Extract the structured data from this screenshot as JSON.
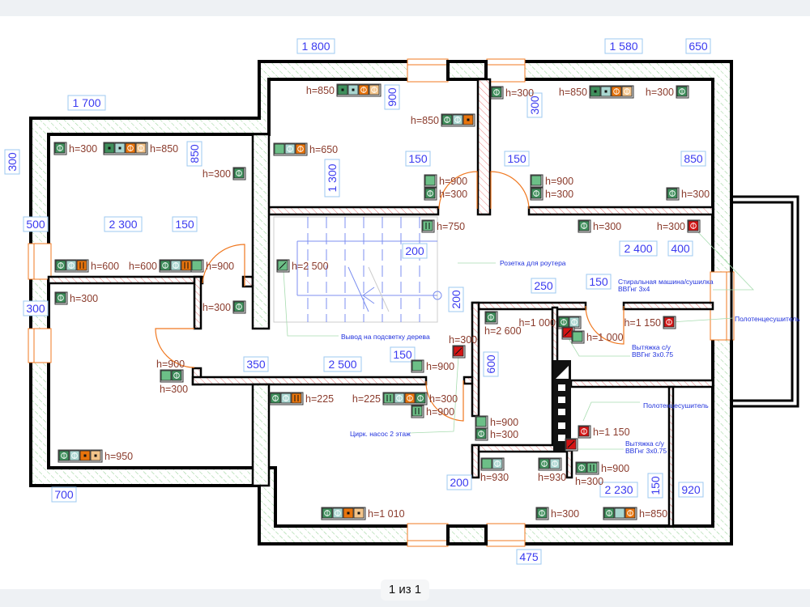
{
  "viewer": {
    "page_indicator": "1 из 1"
  },
  "colors": {
    "wall": "#000000",
    "wall_hatch": "#8fcf8f",
    "partition_hatch": "#e88080",
    "door": "#f07820",
    "dimension": "#3b3bf0",
    "outlet_label": "#8a3b2c",
    "note": "#2233dd"
  },
  "dimensions": [
    "1 800",
    "1 580",
    "650",
    "1 700",
    "300",
    "850",
    "900",
    "300",
    "1 300",
    "150",
    "150",
    "850",
    "500",
    "2 300",
    "150",
    "200",
    "2 400",
    "400",
    "250",
    "150",
    "200",
    "300",
    "350",
    "2 500",
    "150",
    "600",
    "200",
    "2 230",
    "150",
    "920",
    "700",
    "475"
  ],
  "notes": [
    "Розетка для роутера",
    "Стиральная машина/сушилка",
    "ВВГнг 3х4",
    "Полотенцесушитель",
    "Вывод на подсветку дерева",
    "Вытяжка с/у",
    "ВВГнг 3х0.75",
    "Полотенцесушитель",
    "Цирк. насос 2 этаж",
    "Вытяжка с/у",
    "ВВГнг 3х0.75"
  ],
  "outlets": [
    {
      "label": "h=300",
      "icons": [
        "socket-green"
      ]
    },
    {
      "label": "h=850",
      "icons": [
        "dot-green",
        "dot-teal",
        "socket-orange",
        "socket-beige"
      ]
    },
    {
      "label": "h=300",
      "icons": [
        "socket-green"
      ]
    },
    {
      "label": "h=650",
      "icons": [
        "switch-green",
        "socket-teal",
        "socket-orange"
      ]
    },
    {
      "label": "h=850",
      "icons": [
        "dot-green",
        "dot-teal",
        "socket-orange",
        "socket-beige"
      ]
    },
    {
      "label": "h=850",
      "icons": [
        "socket-green",
        "socket-teal",
        "dot-orange"
      ]
    },
    {
      "label": "h=300",
      "icons": [
        "socket-green"
      ]
    },
    {
      "label": "h=850",
      "icons": [
        "dot-green",
        "dot-teal",
        "socket-orange",
        "socket-beige"
      ]
    },
    {
      "label": "h=300",
      "icons": [
        "socket-green"
      ]
    },
    {
      "label": "h=900",
      "icons": [
        "switch-green"
      ]
    },
    {
      "label": "h=300",
      "icons": [
        "socket-green"
      ]
    },
    {
      "label": "h=900",
      "icons": [
        "switch-green"
      ]
    },
    {
      "label": "h=300",
      "icons": [
        "socket-green"
      ]
    },
    {
      "label": "h=300",
      "icons": [
        "socket-green"
      ]
    },
    {
      "label": "h=750",
      "icons": [
        "double-switch-green"
      ]
    },
    {
      "label": "h=300",
      "icons": [
        "socket-green"
      ]
    },
    {
      "label": "h=300",
      "icons": [
        "socket-red"
      ]
    },
    {
      "label": "h=600",
      "icons": [
        "socket-green",
        "socket-teal",
        "double-orange"
      ]
    },
    {
      "label": "h=600",
      "icons": [
        "socket-green",
        "socket-teal",
        "double-orange"
      ]
    },
    {
      "label": "h=900",
      "icons": [
        "switch-green"
      ]
    },
    {
      "label": "h=2 500",
      "icons": [
        "slash-green"
      ]
    },
    {
      "label": "h=300",
      "icons": [
        "socket-green"
      ]
    },
    {
      "label": "h=300",
      "icons": [
        "socket-green"
      ]
    },
    {
      "label": "h=900",
      "label2": "h=300",
      "icons": [
        "switch-green",
        "socket-green"
      ]
    },
    {
      "label": "h=225",
      "icons": [
        "socket-green",
        "socket-teal",
        "double-orange"
      ]
    },
    {
      "label": "h=225",
      "label2": "h=300",
      "icons": [
        "double-switch-green",
        "socket-teal",
        "socket-orange",
        "socket-green"
      ]
    },
    {
      "label": "h=900",
      "icons": [
        "switch-green"
      ]
    },
    {
      "label": "h=900",
      "icons": [
        "double-switch-green"
      ]
    },
    {
      "label": "h=300",
      "icons": [
        "slash-red"
      ]
    },
    {
      "label": "h=2 600",
      "icons": [
        "socket-green"
      ]
    },
    {
      "label": "h=1 000",
      "icons": [
        "socket-green",
        "socket-teal"
      ]
    },
    {
      "label": "",
      "icons": [
        "slash-red"
      ]
    },
    {
      "label": "h=1 000",
      "icons": [
        "switch-green"
      ]
    },
    {
      "label": "h=1 150",
      "icons": [
        "socket-red"
      ]
    },
    {
      "label": "h=900",
      "icons": [
        "switch-green"
      ]
    },
    {
      "label": "h=300",
      "icons": [
        "socket-green"
      ]
    },
    {
      "label": "h=1 150",
      "icons": [
        "socket-red"
      ]
    },
    {
      "label": "",
      "icons": [
        "slash-red"
      ]
    },
    {
      "label": "h=930",
      "icons": [
        "switch-green",
        "socket-teal"
      ]
    },
    {
      "label": "h=930",
      "icons": [
        "socket-green",
        "socket-teal"
      ]
    },
    {
      "label": "h=900",
      "label2": "h=300",
      "icons": [
        "socket-green",
        "double-switch-green"
      ]
    },
    {
      "label": "h=950",
      "icons": [
        "socket-green",
        "socket-teal",
        "dot-orange",
        "dot-beige"
      ]
    },
    {
      "label": "h=1 010",
      "icons": [
        "socket-green",
        "socket-teal",
        "dot-orange",
        "dot-beige"
      ]
    },
    {
      "label": "h=300",
      "icons": [
        "socket-green"
      ]
    },
    {
      "label": "h=850",
      "icons": [
        "socket-green",
        "plain-teal",
        "socket-orange"
      ]
    }
  ]
}
